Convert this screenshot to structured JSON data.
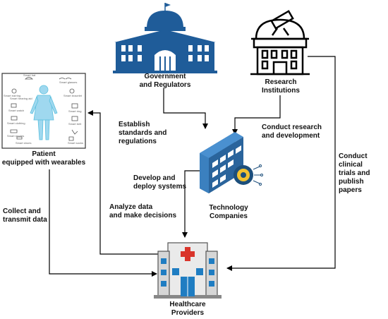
{
  "nodes": {
    "government": {
      "label": "Government\nand Regulators",
      "icon": "government-building-icon",
      "color": "#1f5c99"
    },
    "research": {
      "label": "Research\nInstitutions",
      "icon": "observatory-icon",
      "color": "#000000"
    },
    "patient": {
      "label": "Patient\nequipped with wearables",
      "icon": "patient-wearables-icon",
      "color": "#5bc0de"
    },
    "technology": {
      "label": "Technology\nCompanies",
      "icon": "office-building-icon",
      "color": "#2f6fa8"
    },
    "healthcare": {
      "label": "Healthcare\nProviders",
      "icon": "hospital-icon",
      "color": "#d9342b"
    }
  },
  "edges": {
    "gov_tech": "Establish\nstandards and\nregulations",
    "research_tech": "Conduct research\nand development",
    "research_health": "Conduct clinical\ntrials and\npublish papers",
    "tech_health": "Develop and\ndeploy systems",
    "health_patient": "Analyze data\nand make decisions",
    "patient_health": "Collect and\ntransmit data"
  },
  "wearables": [
    "Smart hat",
    "Smart glasses",
    "Smart earring",
    "Smart hearing aid",
    "Smart bracelet",
    "Smart watch",
    "Smart ring",
    "Smart clothing",
    "Smart belt",
    "Smart insoles",
    "Smart shoes",
    "Smart socks"
  ]
}
